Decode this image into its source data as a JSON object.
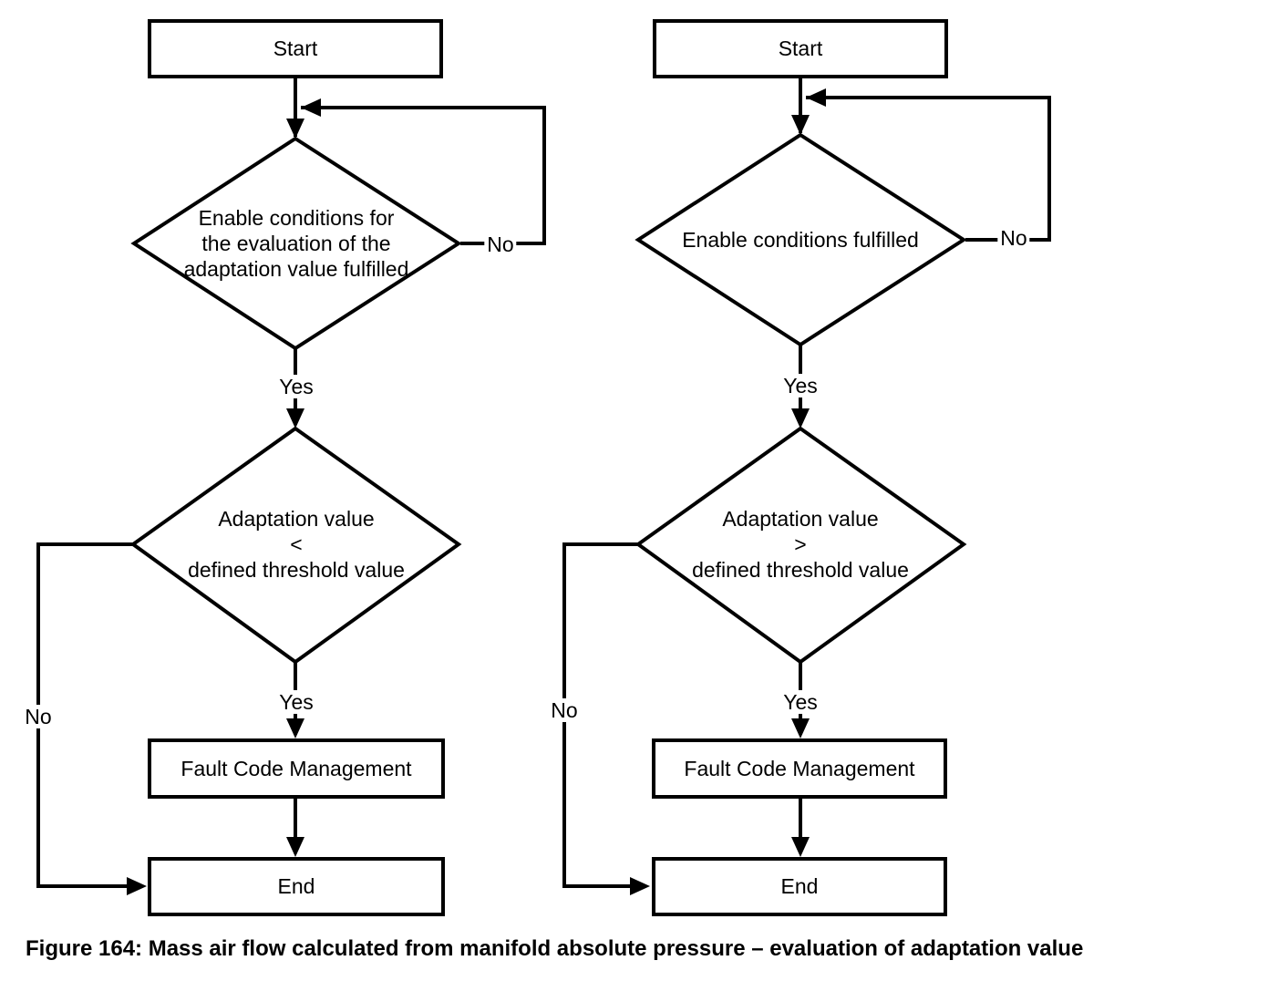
{
  "caption": "Figure 164: Mass air flow calculated from manifold absolute pressure – evaluation of adaptation value",
  "colors": {
    "ink": "#000000",
    "paper": "#ffffff"
  },
  "flowcharts": [
    {
      "side": "left",
      "start_label": "Start",
      "decision1_lines": [
        "Enable conditions for",
        "the evaluation of the",
        "adaptation value fulfilled"
      ],
      "decision2_lines": [
        "Adaptation value",
        "<",
        "defined threshold value"
      ],
      "yes_label": "Yes",
      "no_label": "No",
      "process_label": "Fault Code Management",
      "end_label": "End"
    },
    {
      "side": "right",
      "start_label": "Start",
      "decision1_lines": [
        "Enable conditions fulfilled"
      ],
      "decision2_lines": [
        "Adaptation value",
        ">",
        "defined threshold value"
      ],
      "yes_label": "Yes",
      "no_label": "No",
      "process_label": "Fault Code Management",
      "end_label": "End"
    }
  ]
}
